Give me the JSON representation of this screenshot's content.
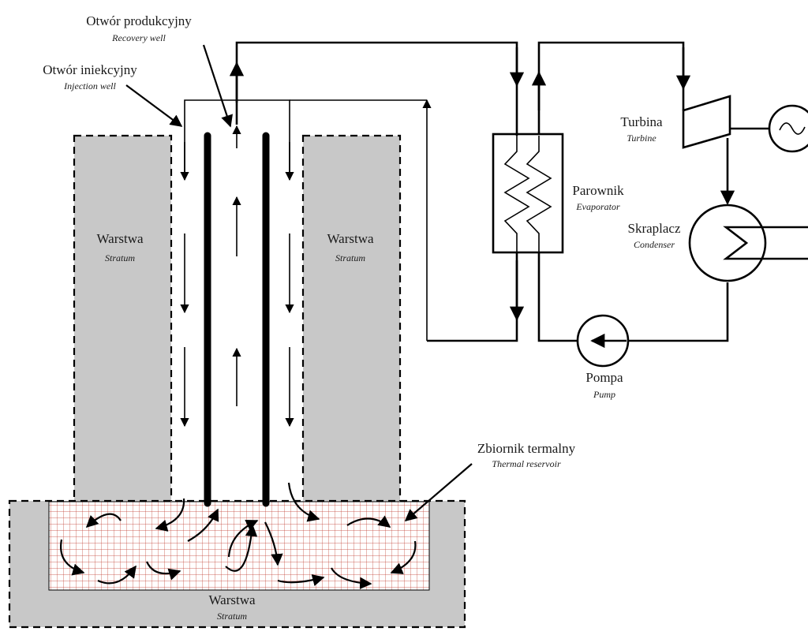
{
  "labels": {
    "recovery_well": {
      "pl": "Otwór produkcyjny",
      "en": "Recovery well"
    },
    "injection_well": {
      "pl": "Otwór iniekcyjny",
      "en": "Injection well"
    },
    "stratum_left": {
      "pl": "Warstwa",
      "en": "Stratum"
    },
    "stratum_right": {
      "pl": "Warstwa",
      "en": "Stratum"
    },
    "stratum_bottom": {
      "pl": "Warstwa",
      "en": "Stratum"
    },
    "evaporator": {
      "pl": "Parownik",
      "en": "Evaporator"
    },
    "turbine": {
      "pl": "Turbina",
      "en": "Turbine"
    },
    "condenser": {
      "pl": "Skraplacz",
      "en": "Condenser"
    },
    "pump": {
      "pl": "Pompa",
      "en": "Pump"
    },
    "thermal_reservoir": {
      "pl": "Zbiornik termalny",
      "en": "Thermal reservoir"
    }
  },
  "colors": {
    "stratum_fill": "#c8c8c8",
    "grid_line": "#c0392b",
    "line": "#000000"
  },
  "icons": [
    "generator-icon",
    "turbine-icon",
    "pump-icon",
    "heat-exchanger-icon"
  ]
}
